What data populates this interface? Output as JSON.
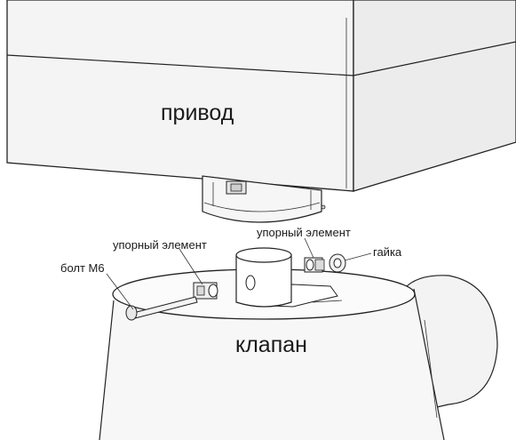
{
  "labels": {
    "actuator": "привод",
    "valve": "клапан",
    "stop_element_left": "упорный элемент",
    "stop_element_right": "упорный элемент",
    "nut": "гайка",
    "bolt": "болт М6"
  }
}
